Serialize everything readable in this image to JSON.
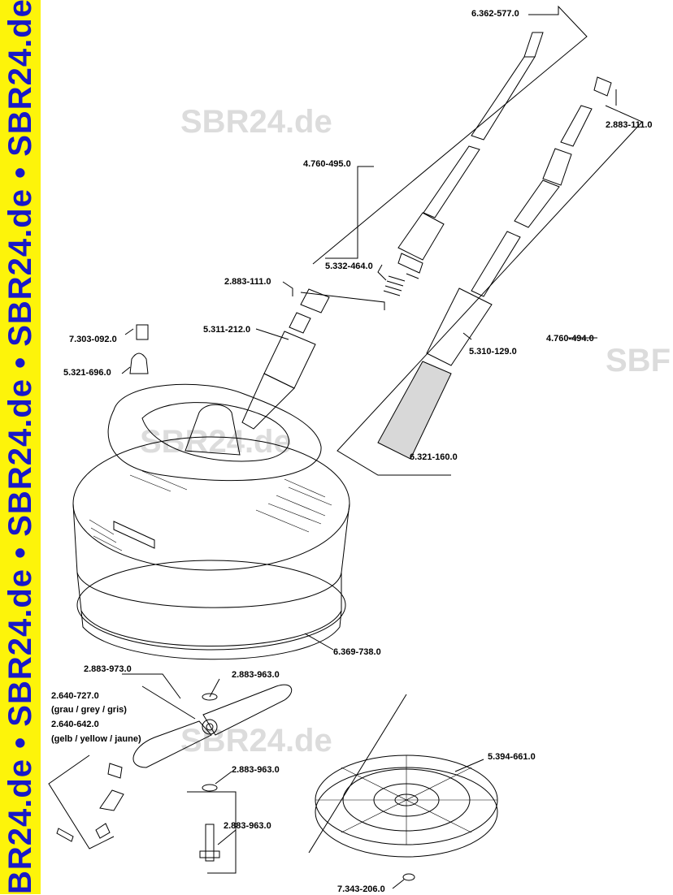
{
  "sidebar": {
    "text": "BR24.de • SBR24.de • SBR24.de • SBR24.de • SBR24.de • SBR24.de • SBR24."
  },
  "watermarks": [
    "SBR24.de",
    "SBR24.de",
    "SBR24.de",
    "SBF"
  ],
  "parts": [
    "6.362-577.0",
    "2.883-111.0",
    "4.760-495.0",
    "5.332-464.0",
    "2.883-111.0",
    "4.760-494.0",
    "5.311-212.0",
    "7.303-092.0",
    "5.310-129.0",
    "5.321-696.0",
    "6.321-160.0",
    "6.369-738.0",
    "2.883-973.0",
    "2.883-963.0",
    "2.640-727.0",
    "(grau / grey / gris)",
    "2.640-642.0",
    "(gelb / yellow / jaune)",
    "5.394-661.0",
    "2.883-963.0",
    "2.883-963.0",
    "7.343-206.0"
  ],
  "colors": {
    "sidebar_bg": "#fdf40a",
    "sidebar_text": "#1818c8",
    "watermark": "#dcdcdc",
    "line": "#000000"
  }
}
